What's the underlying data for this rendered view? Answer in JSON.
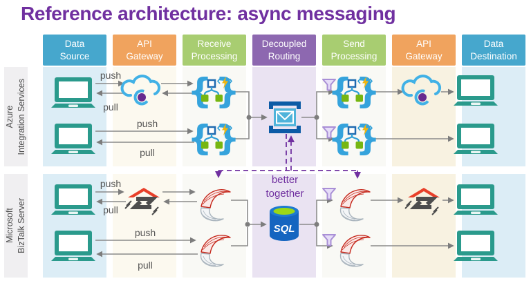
{
  "title": "Reference architecture: async messaging",
  "columns": [
    {
      "label": "Data Source",
      "color": "#46a7cd"
    },
    {
      "label": "API Gateway",
      "color": "#f0a35e"
    },
    {
      "label": "Receive Processing",
      "color": "#a8cd71"
    },
    {
      "label": "Decoupled Routing",
      "color": "#8d68b0"
    },
    {
      "label": "Send Processing",
      "color": "#a8cd71"
    },
    {
      "label": "API Gateway",
      "color": "#f0a35e"
    },
    {
      "label": "Data Destination",
      "color": "#46a7cd"
    }
  ],
  "rows": [
    {
      "line1": "Azure",
      "line2": "Integration Services"
    },
    {
      "line1": "Microsoft",
      "line2": "BizTalk Server"
    }
  ],
  "labels": {
    "push": "push",
    "pull": "pull",
    "better_together": "better together"
  },
  "icons": {
    "sql_label": "SQL",
    "computer": "laptop-icon",
    "api_gateway_azure": "api-management-cloud-icon",
    "receive_send_azure": "logic-apps-functions-icon",
    "decoupled_routing_azure": "service-bus-envelope-icon",
    "decoupled_routing_biztalk": "sql-server-database-icon",
    "api_gateway_biztalk": "biztalk-server-logo-icon",
    "receive_send_biztalk": "biztalk-host-swoosh-icon",
    "filter": "filter-funnel-icon"
  },
  "colors": {
    "title_purple": "#7030a0",
    "header_blue": "#46a7cd",
    "header_orange": "#f0a35e",
    "header_green": "#a8cd71",
    "header_purple": "#8d68b0",
    "laptop_teal": "#2a9a8c",
    "arrow_gray": "#7d7d7d",
    "dashed_purple": "#7030a0",
    "column_tints": [
      "#dcedf6",
      "#fcf9ef",
      "#f9f9f5",
      "#eae3f2",
      "#f9f9f5",
      "#f8f2e1",
      "#dcedf6"
    ]
  }
}
